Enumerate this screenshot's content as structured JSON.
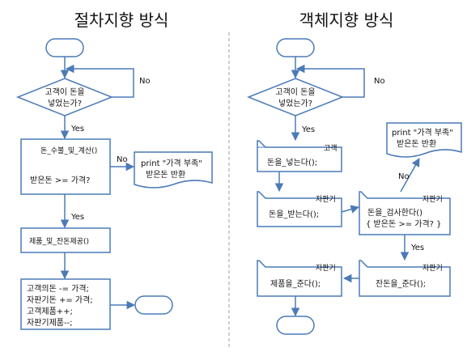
{
  "titles": {
    "procedural": "절차지향 방식",
    "object_oriented": "객체지향 방식"
  },
  "procedural": {
    "decision_money": [
      "고객이 돈을",
      "넣었는가?"
    ],
    "no_label_1": "No",
    "yes_label_1": "Yes",
    "process_count": "돈_수불_및_계산()",
    "process_compare": "받은돈 >= 가격?",
    "no_label_2": "No",
    "doc_print": [
      "print \"가격 부족\"",
      "받은돈 반환"
    ],
    "yes_label_2": "Yes",
    "process_give": "제품_및_잔돈제공()",
    "process_update": [
      "고객의돈 -= 가격;",
      "자판기돈 += 가격;",
      "고객제품++;",
      "자판기제품--;"
    ]
  },
  "object_oriented": {
    "decision_money": [
      "고객이 돈을",
      "넣었는가?"
    ],
    "no_label_1": "No",
    "yes_label_1": "Yes",
    "customer_tag": "고객",
    "customer_action": "돈을_넣는다();",
    "machine_tag_receive": "자판기",
    "machine_receive": "돈을_받는다();",
    "machine_tag_check": "자판기",
    "machine_check": [
      "돈을_검사한다()",
      "{ 받은돈 >= 가격? }"
    ],
    "no_label_2": "No",
    "doc_print": [
      "print \"가격 부족\"",
      "받은돈 반환"
    ],
    "yes_label_2": "Yes",
    "machine_tag_change": "자판기",
    "machine_change": "잔돈을_준다();",
    "machine_tag_product": "자판기",
    "machine_product": "제품을_준다();"
  }
}
